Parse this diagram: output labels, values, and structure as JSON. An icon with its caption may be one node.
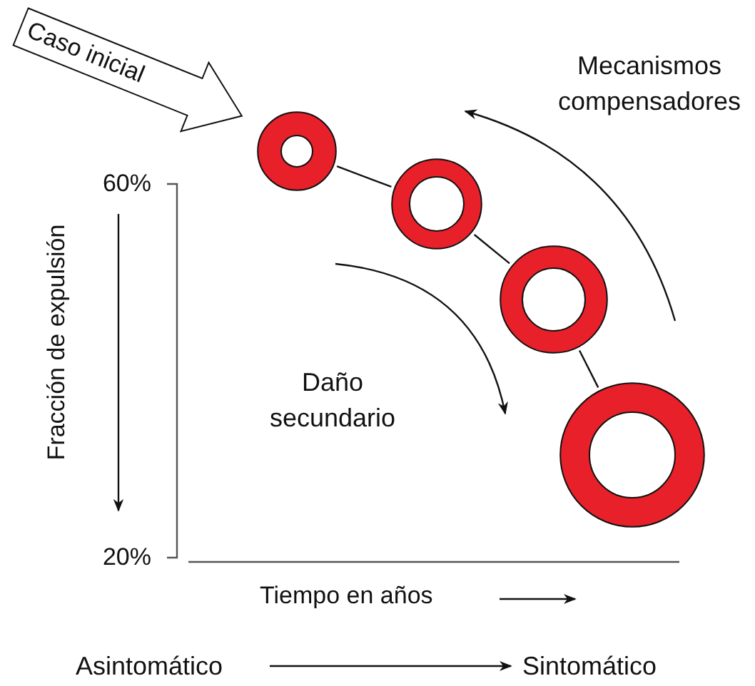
{
  "diagram": {
    "nodes": [
      {
        "text": [
          "Caso inicial"
        ]
      },
      {
        "text": [],
        "shape": "circle"
      },
      {
        "text": [],
        "shape": "circle"
      },
      {
        "text": [],
        "shape": "circle"
      },
      {
        "text": [],
        "shape": "circle"
      },
      {
        "text": [
          "Asintomático"
        ]
      },
      {
        "text": [
          "Sintomático"
        ]
      }
    ],
    "edges": [
      {
        "from": 1,
        "to": 2,
        "arrow": "none"
      },
      {
        "from": 2,
        "to": 3,
        "arrow": "none"
      },
      {
        "from": 3,
        "to": 4,
        "arrow": "none"
      },
      {
        "from": 5,
        "to": 6,
        "arrow": "to"
      }
    ],
    "labels": [
      "Mecanismos compensadores",
      "60%",
      "Fracción de expulsión",
      "Daño secundario",
      "20%",
      "Tiempo en años"
    ]
  }
}
